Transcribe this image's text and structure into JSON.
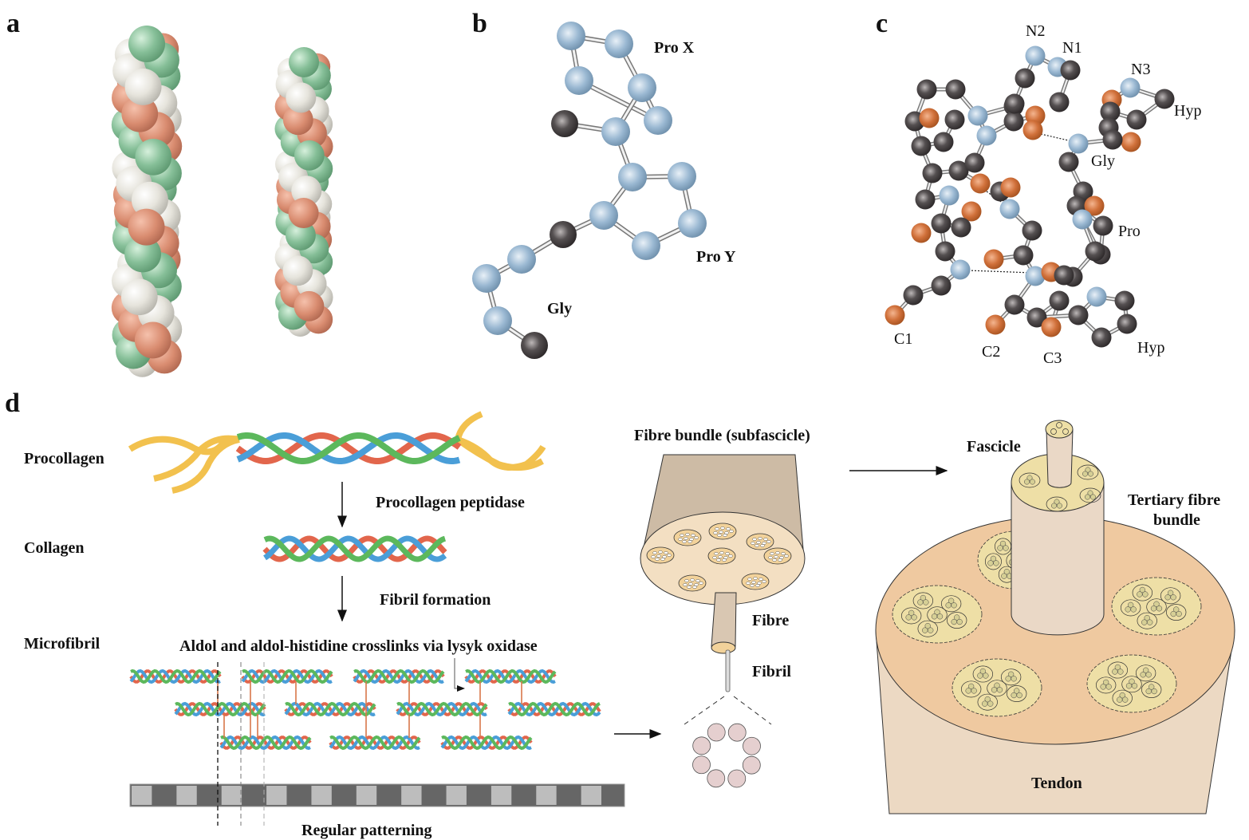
{
  "panels": {
    "a": {
      "letter": "a",
      "models": [
        {
          "name": "triple-helix-long",
          "atoms_per_strand": 10
        },
        {
          "name": "triple-helix-short",
          "atoms_per_strand": 10
        }
      ]
    },
    "b": {
      "letter": "b",
      "labels": {
        "pro_x": "Pro X",
        "pro_y": "Pro Y",
        "gly": "Gly"
      }
    },
    "c": {
      "letter": "c",
      "labels": {
        "n2": "N2",
        "n1": "N1",
        "n3": "N3",
        "hyp_top": "Hyp",
        "gly": "Gly",
        "pro": "Pro",
        "c1": "C1",
        "c2": "C2",
        "c3": "C3",
        "hyp_bottom": "Hyp"
      }
    },
    "d": {
      "letter": "d",
      "steps": {
        "procollagen": "Procollagen",
        "procollagen_peptidase": "Procollagen peptidase",
        "collagen": "Collagen",
        "fibril_formation": "Fibril formation",
        "microfibril": "Microfibril",
        "crosslinks": "Aldol and aldol-histidine crosslinks via lysyk oxidase",
        "regular_patterning": "Regular patterning"
      },
      "hierarchy": {
        "fibre_bundle": "Fibre bundle (subfascicle)",
        "fibre": "Fibre",
        "fibril": "Fibril",
        "fascicle": "Fascicle",
        "tertiary_line1": "Tertiary fibre",
        "tertiary_line2": "bundle",
        "tendon": "Tendon"
      }
    }
  },
  "colors": {
    "green_atom": "#86bf98",
    "white_atom": "#e6e4dc",
    "salmon_atom": "#d98c70",
    "blue_atom": "#8fb0cc",
    "dark_atom": "#3a3536",
    "orange_atom": "#c8652e",
    "strand_yellow": "#f2c14e",
    "strand_red": "#e2664c",
    "strand_blue": "#4a9ed8",
    "strand_green": "#5cb85c",
    "crosslink": "#d9774a",
    "band_dark": "#666666",
    "band_light": "#bdbdbd",
    "bundle_side": "#cdbba5",
    "bundle_face": "#f3dfc2",
    "fibre_spot": "#f2d29a",
    "fibril_ring": "#e5cfcf",
    "tendon_side": "#ecd9c3",
    "tendon_face": "#efc9a0",
    "fascicle_spot": "#eedfa6",
    "cylinder": "#ead8c6"
  }
}
